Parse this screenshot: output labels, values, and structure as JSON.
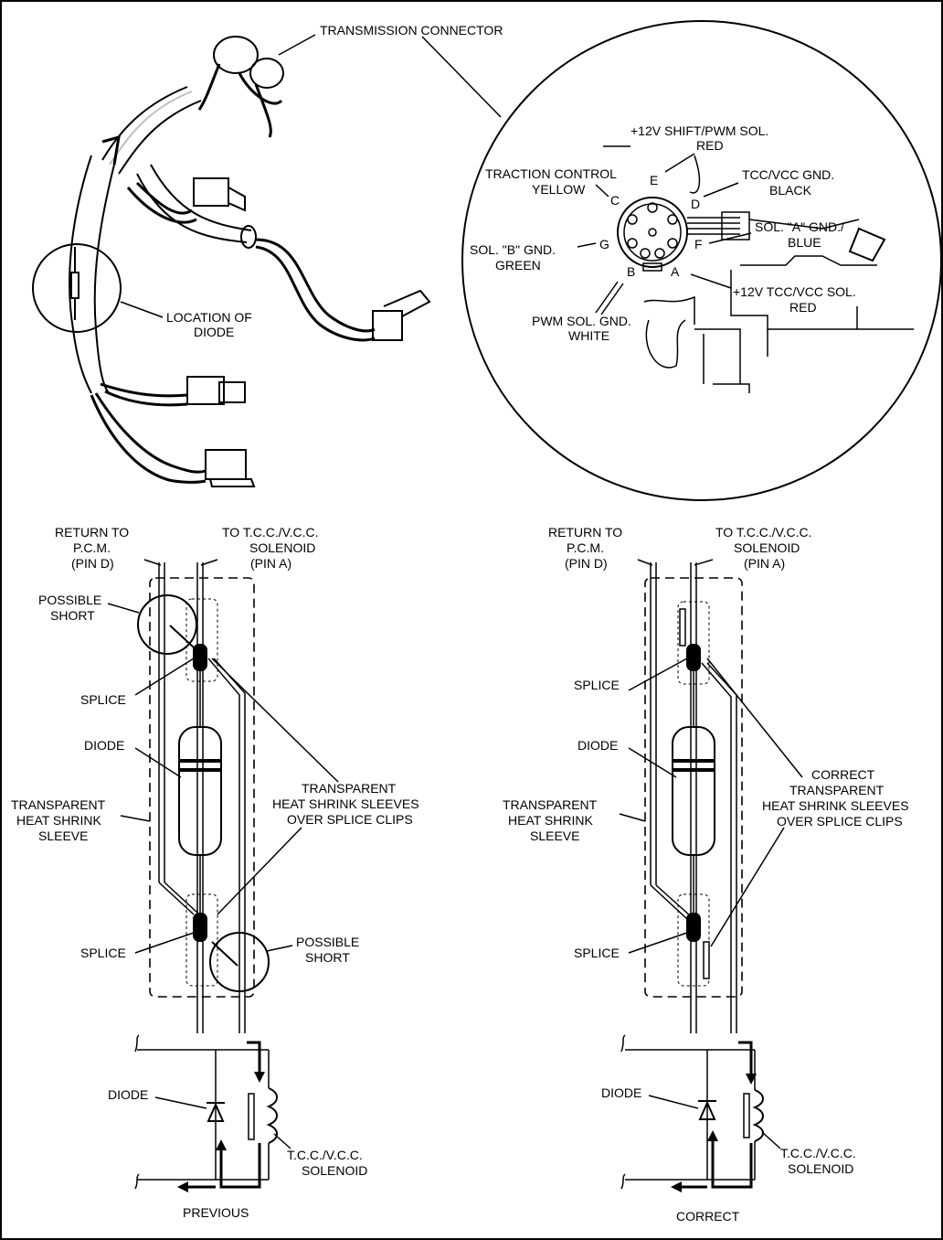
{
  "connector": {
    "title": "TRANSMISSION CONNECTOR",
    "pins": {
      "E": {
        "letter": "E",
        "line1": "+12V SHIFT/PWM SOL.",
        "line2": "RED"
      },
      "C": {
        "letter": "C",
        "line1": "TRACTION CONTROL",
        "line2": "YELLOW"
      },
      "D": {
        "letter": "D",
        "line1": "TCC/VCC GND.",
        "line2": "BLACK"
      },
      "G": {
        "letter": "G",
        "line1": "SOL. \"B\" GND.",
        "line2": "GREEN"
      },
      "F": {
        "letter": "F",
        "line1": "SOL. \"A\" GND./",
        "line2": "BLUE"
      },
      "B": {
        "letter": "B",
        "line1": "PWM SOL. GND.",
        "line2": "WHITE"
      },
      "A": {
        "letter": "A",
        "line1": "+12V TCC/VCC SOL.",
        "line2": "RED"
      }
    }
  },
  "harness": {
    "diode_location_line1": "LOCATION OF",
    "diode_location_line2": "DIODE"
  },
  "left_panel": {
    "return_l1": "RETURN TO",
    "return_l2": "P.C.M.",
    "return_l3": "(PIN D)",
    "to_l1": "TO T.C.C./V.C.C.",
    "to_l2": "SOLENOID",
    "to_l3": "(PIN A)",
    "possible_short_l1": "POSSIBLE",
    "possible_short_l2": "SHORT",
    "splice": "SPLICE",
    "diode": "DIODE",
    "sleeve_l1": "TRANSPARENT",
    "sleeve_l2": "HEAT SHRINK",
    "sleeve_l3": "SLEEVE",
    "sleeves_l1": "TRANSPARENT",
    "sleeves_l2": "HEAT SHRINK SLEEVES",
    "sleeves_l3": "OVER SPLICE CLIPS",
    "schematic_diode": "DIODE",
    "solenoid_l1": "T.C.C./V.C.C.",
    "solenoid_l2": "SOLENOID",
    "caption": "PREVIOUS"
  },
  "right_panel": {
    "return_l1": "RETURN TO",
    "return_l2": "P.C.M.",
    "return_l3": "(PIN D)",
    "to_l1": "TO T.C.C./V.C.C.",
    "to_l2": "SOLENOID",
    "to_l3": "(PIN A)",
    "splice": "SPLICE",
    "diode": "DIODE",
    "sleeve_l1": "TRANSPARENT",
    "sleeve_l2": "HEAT SHRINK",
    "sleeve_l3": "SLEEVE",
    "sleeves_l1": "CORRECT",
    "sleeves_l2": "TRANSPARENT",
    "sleeves_l3": "HEAT SHRINK SLEEVES",
    "sleeves_l4": "OVER SPLICE CLIPS",
    "schematic_diode": "DIODE",
    "solenoid_l1": "T.C.C./V.C.C.",
    "solenoid_l2": "SOLENOID",
    "caption": "CORRECT"
  }
}
